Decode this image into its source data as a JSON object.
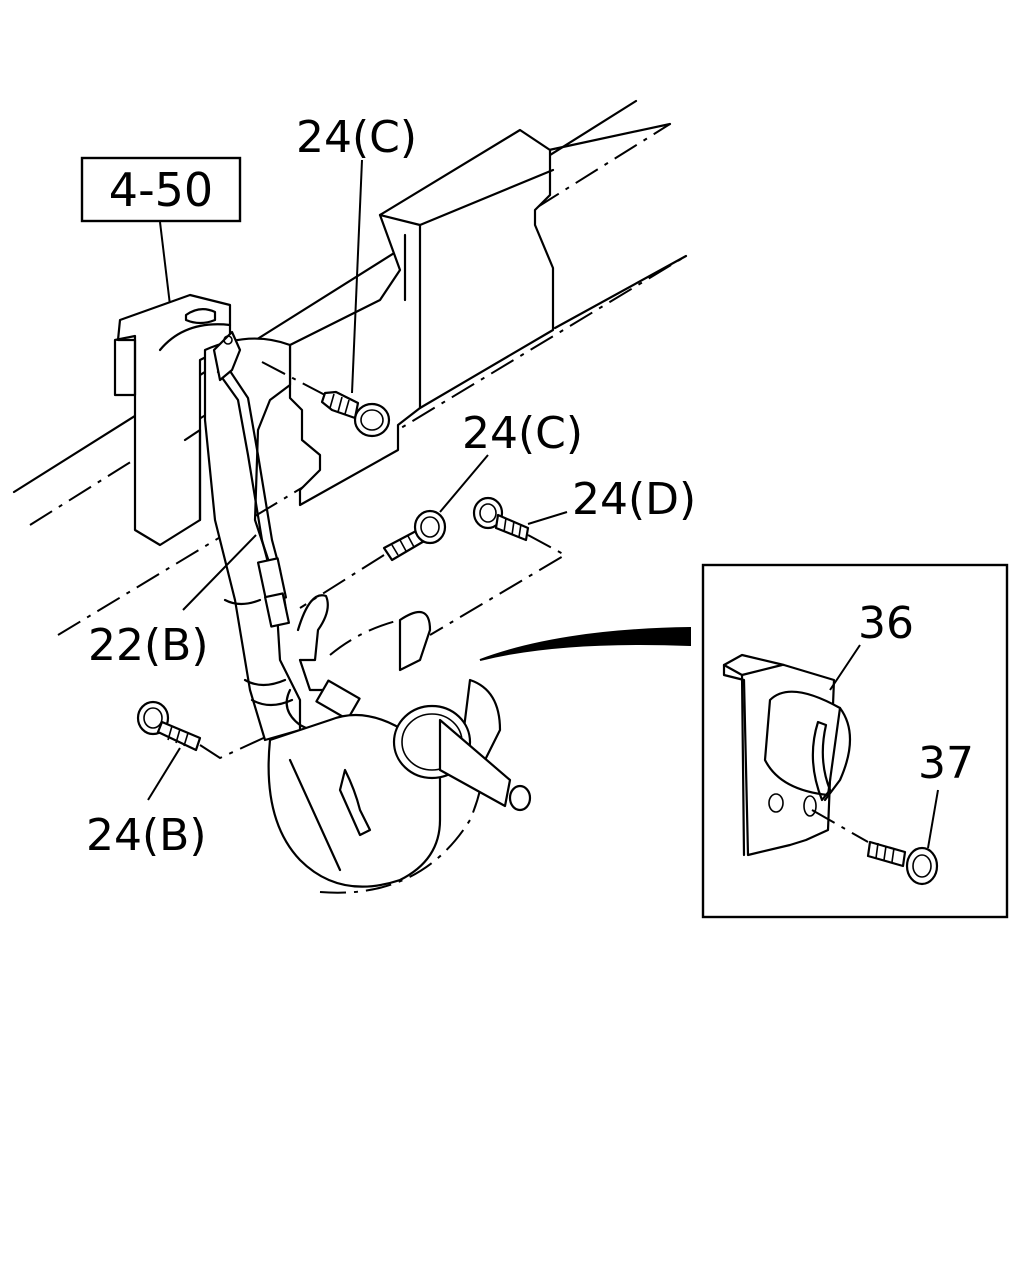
{
  "diagram": {
    "reference_box": "4-50",
    "labels": {
      "part_24c_top": "24(C)",
      "part_24c_mid": "24(C)",
      "part_24d": "24(D)",
      "part_22b": "22(B)",
      "part_24b": "24(B)",
      "part_36": "36",
      "part_37": "37"
    }
  }
}
